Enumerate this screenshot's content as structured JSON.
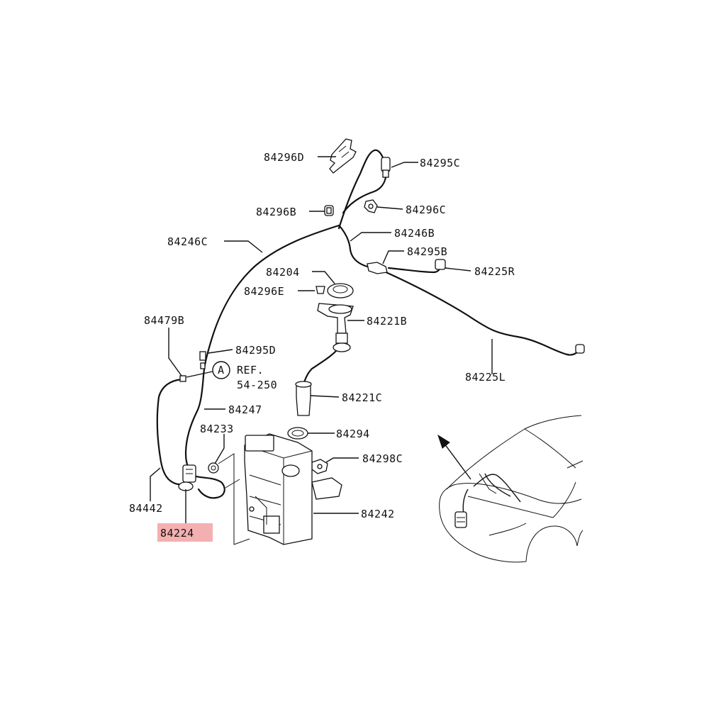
{
  "diagram": {
    "highlight_color": "#f4b0b0",
    "line_color": "#111111",
    "labels": {
      "p84296D": "84296D",
      "p84295C": "84295C",
      "p84296B": "84296B",
      "p84296C": "84296C",
      "p84246C": "84246C",
      "p84246B": "84246B",
      "p84295B": "84295B",
      "p84225R": "84225R",
      "p84204": "84204",
      "p84296E": "84296E",
      "p84221B": "84221B",
      "p84479B": "84479B",
      "p84295D": "84295D",
      "refA": "A",
      "ref1": "REF.",
      "ref2": "54-250",
      "p84225L": "84225L",
      "p84221C": "84221C",
      "p84247": "84247",
      "p84233": "84233",
      "p84294": "84294",
      "p84298C": "84298C",
      "p84242": "84242",
      "p84442": "84442",
      "p84224": "84224"
    }
  }
}
